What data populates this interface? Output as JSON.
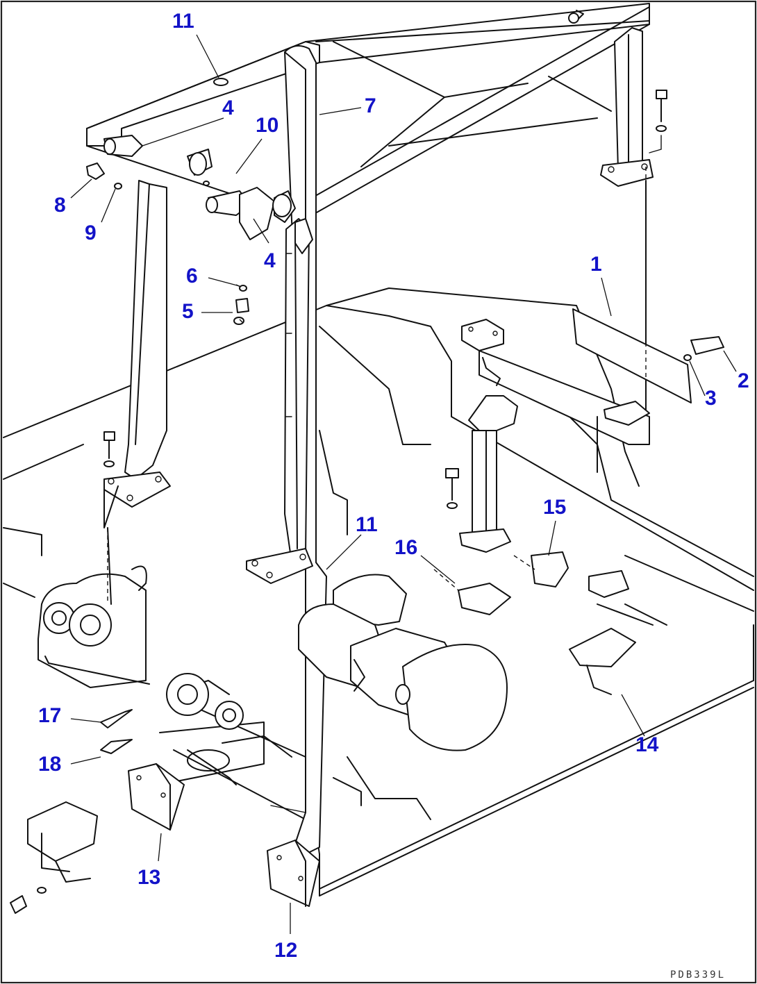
{
  "callouts": {
    "c1": "1",
    "c2": "2",
    "c3": "3",
    "c4a": "4",
    "c4b": "4",
    "c5": "5",
    "c6": "6",
    "c7": "7",
    "c8": "8",
    "c9": "9",
    "c10": "10",
    "c11a": "11",
    "c11b": "11",
    "c12": "12",
    "c13": "13",
    "c14": "14",
    "c15": "15",
    "c16": "16",
    "c17": "17",
    "c18": "18"
  },
  "drawing_code": "PDB339L",
  "colors": {
    "callout": "#1313c8",
    "line": "#111111",
    "background": "#ffffff"
  }
}
